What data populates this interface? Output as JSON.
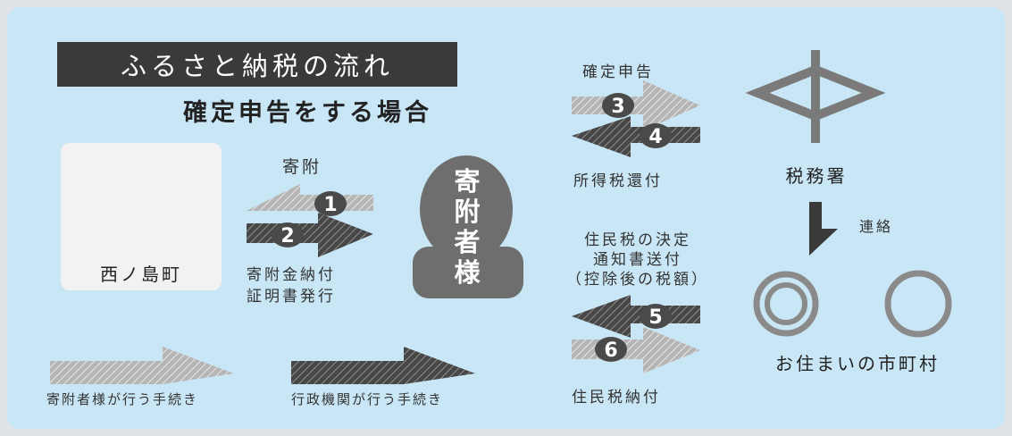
{
  "title": "ふるさと納税の流れ",
  "subtitle": "確定申告をする場合",
  "places": {
    "town": "西ノ島町",
    "tax_office": "税務署",
    "municipality": "お住まいの市町村"
  },
  "donor_label": "寄\n附\n者\n様",
  "flows": {
    "donation": "寄附",
    "certificate": "寄附金納付\n証明書発行",
    "tax_return": "確定申告",
    "income_tax_refund": "所得税還付",
    "resident_tax_notice": "住民税の決定\n通知書送付\n（控除後の税額）",
    "resident_tax_payment": "住民税納付",
    "contact": "連絡"
  },
  "steps": [
    "1",
    "2",
    "3",
    "4",
    "5",
    "6"
  ],
  "legend": {
    "donor_procedure": "寄附者様が行う手続き",
    "government_procedure": "行政機関が行う手続き"
  },
  "colors": {
    "background": "#c8e6f5",
    "donor_arrow": "#9a9a9a",
    "government_arrow": "#3f3f3f",
    "person": "#6e6e6e",
    "card": "#f2f2f2"
  }
}
